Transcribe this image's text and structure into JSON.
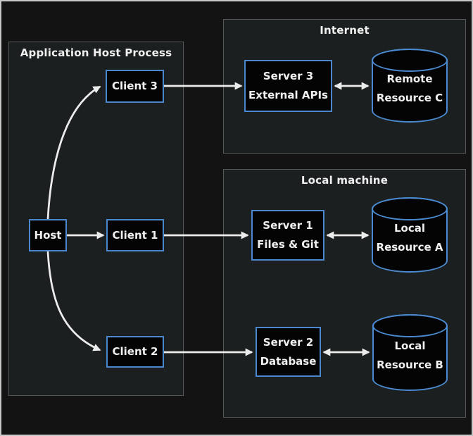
{
  "diagram_title": "",
  "groups": {
    "app_host_process": {
      "title": "Application Host Process"
    },
    "internet": {
      "title": "Internet"
    },
    "local_machine": {
      "title": "Local machine"
    }
  },
  "nodes": {
    "host": {
      "line1": "Host"
    },
    "client1": {
      "line1": "Client 1"
    },
    "client2": {
      "line1": "Client 2"
    },
    "client3": {
      "line1": "Client 3"
    },
    "server1": {
      "line1": "Server 1",
      "line2": "Files & Git"
    },
    "server2": {
      "line1": "Server 2",
      "line2": "Database"
    },
    "server3": {
      "line1": "Server 3",
      "line2": "External APIs"
    },
    "resourceA": {
      "line1": "Local",
      "line2": "Resource A",
      "shape": "cylinder"
    },
    "resourceB": {
      "line1": "Local",
      "line2": "Resource B",
      "shape": "cylinder"
    },
    "resourceC": {
      "line1": "Remote",
      "line2": "Resource C",
      "shape": "cylinder"
    }
  },
  "edges": [
    {
      "from": "host",
      "to": "client3",
      "direction": "one-way"
    },
    {
      "from": "host",
      "to": "client1",
      "direction": "one-way"
    },
    {
      "from": "host",
      "to": "client2",
      "direction": "one-way"
    },
    {
      "from": "client3",
      "to": "server3",
      "direction": "one-way"
    },
    {
      "from": "client1",
      "to": "server1",
      "direction": "one-way"
    },
    {
      "from": "client2",
      "to": "server2",
      "direction": "one-way"
    },
    {
      "from": "server3",
      "to": "resourceC",
      "direction": "two-way"
    },
    {
      "from": "server1",
      "to": "resourceA",
      "direction": "two-way"
    },
    {
      "from": "server2",
      "to": "resourceB",
      "direction": "two-way"
    }
  ],
  "colors": {
    "background": "#131313",
    "outer_border": "#c8c8c8",
    "group_fill": "#1c1f20",
    "group_border": "#56595b",
    "node_border_blue": "#4a87cd",
    "cylinder_border_blue": "#4a8ad0",
    "node_fill": "#040404",
    "text": "#f0f0f0",
    "arrow": "#ececec"
  }
}
